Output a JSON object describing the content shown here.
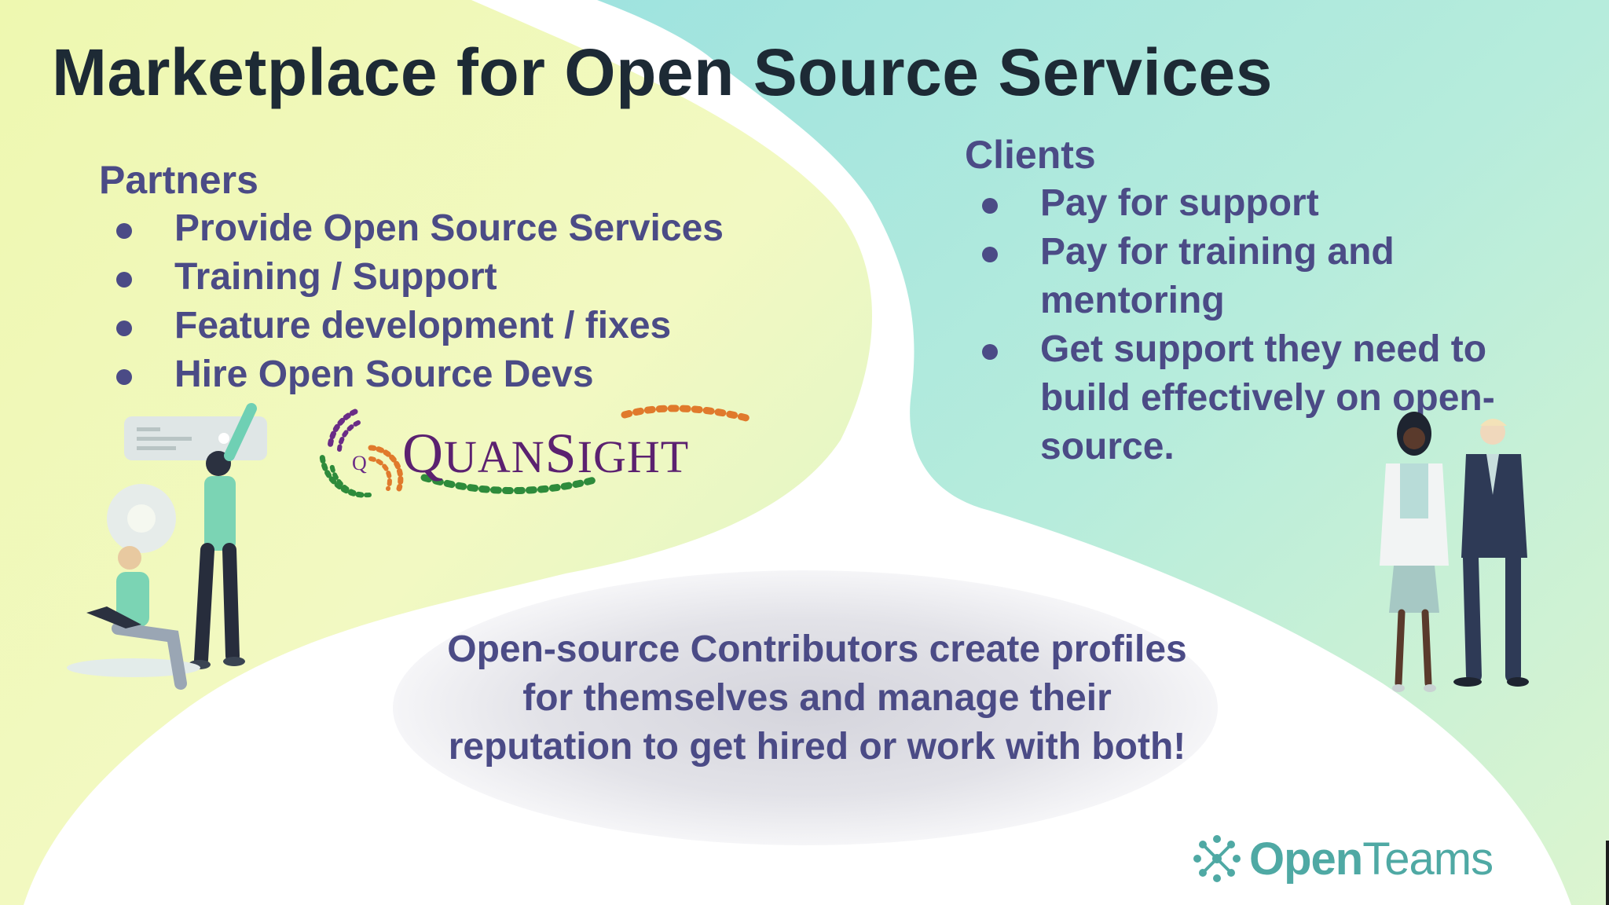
{
  "slide": {
    "title": "Marketplace for Open Source Services"
  },
  "partners": {
    "heading": "Partners",
    "items": [
      "Provide Open Source Services",
      "Training / Support",
      "Feature development / fixes",
      "Hire Open Source Devs"
    ]
  },
  "clients": {
    "heading": "Clients",
    "items": [
      "Pay for support",
      "Pay for training and mentoring",
      "Get support they need to build effectively on open-source."
    ]
  },
  "contributors": {
    "text": "Open-source Contributors create profiles for themselves and manage their reputation to get hired or work with both!"
  },
  "logos": {
    "quansight": {
      "initial_q": "Q",
      "word_1_cap": "Q",
      "word_1_rest": "UAN",
      "word_2_cap": "S",
      "word_2_rest": "IGHT",
      "color": "#5b2170"
    },
    "openteams": {
      "word_open": "Open",
      "word_teams": "Teams",
      "color": "#4fa9a4"
    }
  },
  "colors": {
    "title": "#1d2a35",
    "body_text": "#4b4b86",
    "bg_left": "#eaf6b8",
    "bg_right": "#8fe0d8"
  }
}
